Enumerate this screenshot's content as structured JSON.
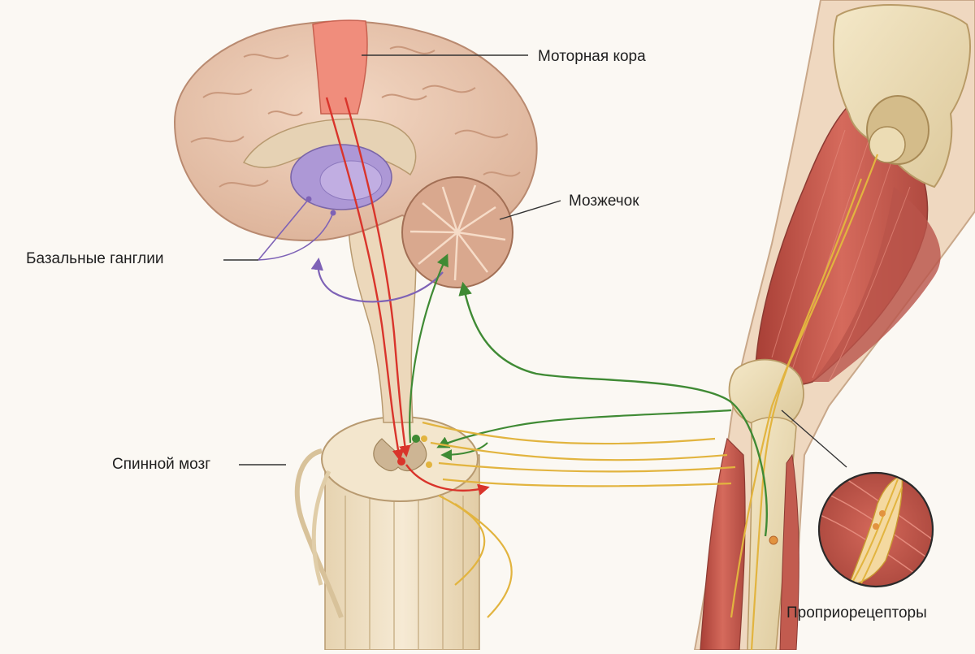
{
  "labels": {
    "motor_cortex": "Моторная кора",
    "cerebellum": "Мозжечок",
    "basal_ganglia": "Базальные ганглии",
    "spinal_cord": "Спинной мозг",
    "proprioceptors": "Проприорецепторы"
  },
  "colors": {
    "motor_pathway": "#d9342b",
    "sensory_pathway": "#3f8a34",
    "basal_loop": "#7e62b6",
    "peripheral_nerve": "#e2b43f",
    "cortex_highlight": "#f08d7c",
    "brain_tissue": "#ecc9b2",
    "basal_ganglia_fill": "#ad98d6",
    "muscle": "#c8574c",
    "bone": "#ecdcb4",
    "spinal_cord_fill": "#f1e4cc",
    "background": "#fbf8f3"
  }
}
